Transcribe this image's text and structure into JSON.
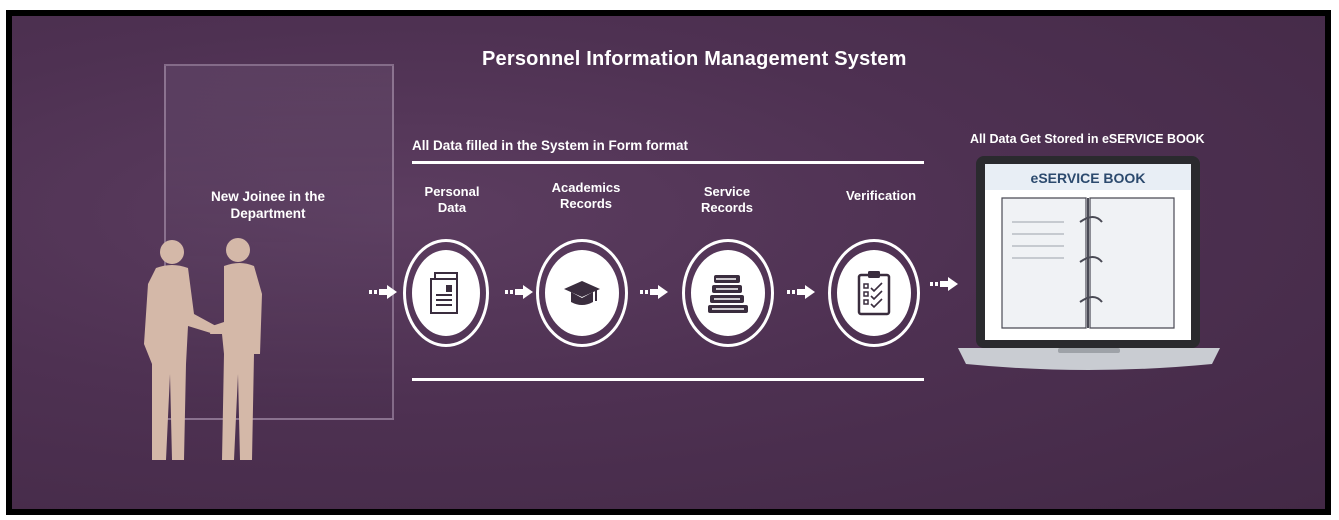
{
  "title": "Personnel Information Management System",
  "subtitle": "All Data filled in the System in Form format",
  "joinee": {
    "label": "New Joinee in the Department"
  },
  "steps": [
    {
      "label": "Personal Data",
      "icon": "document-icon"
    },
    {
      "label": "Academics Records",
      "icon": "graduation-cap-icon"
    },
    {
      "label": "Service Records",
      "icon": "books-icon"
    },
    {
      "label": "Verification",
      "icon": "checklist-icon"
    }
  ],
  "output": {
    "label": "All Data Get Stored in eSERVICE BOOK",
    "book_title": "eSERVICE BOOK"
  },
  "colors": {
    "background": "#4e3152",
    "foreground": "#ffffff",
    "figure": "#d4b8a8",
    "screen_header": "#2c4a6e"
  }
}
